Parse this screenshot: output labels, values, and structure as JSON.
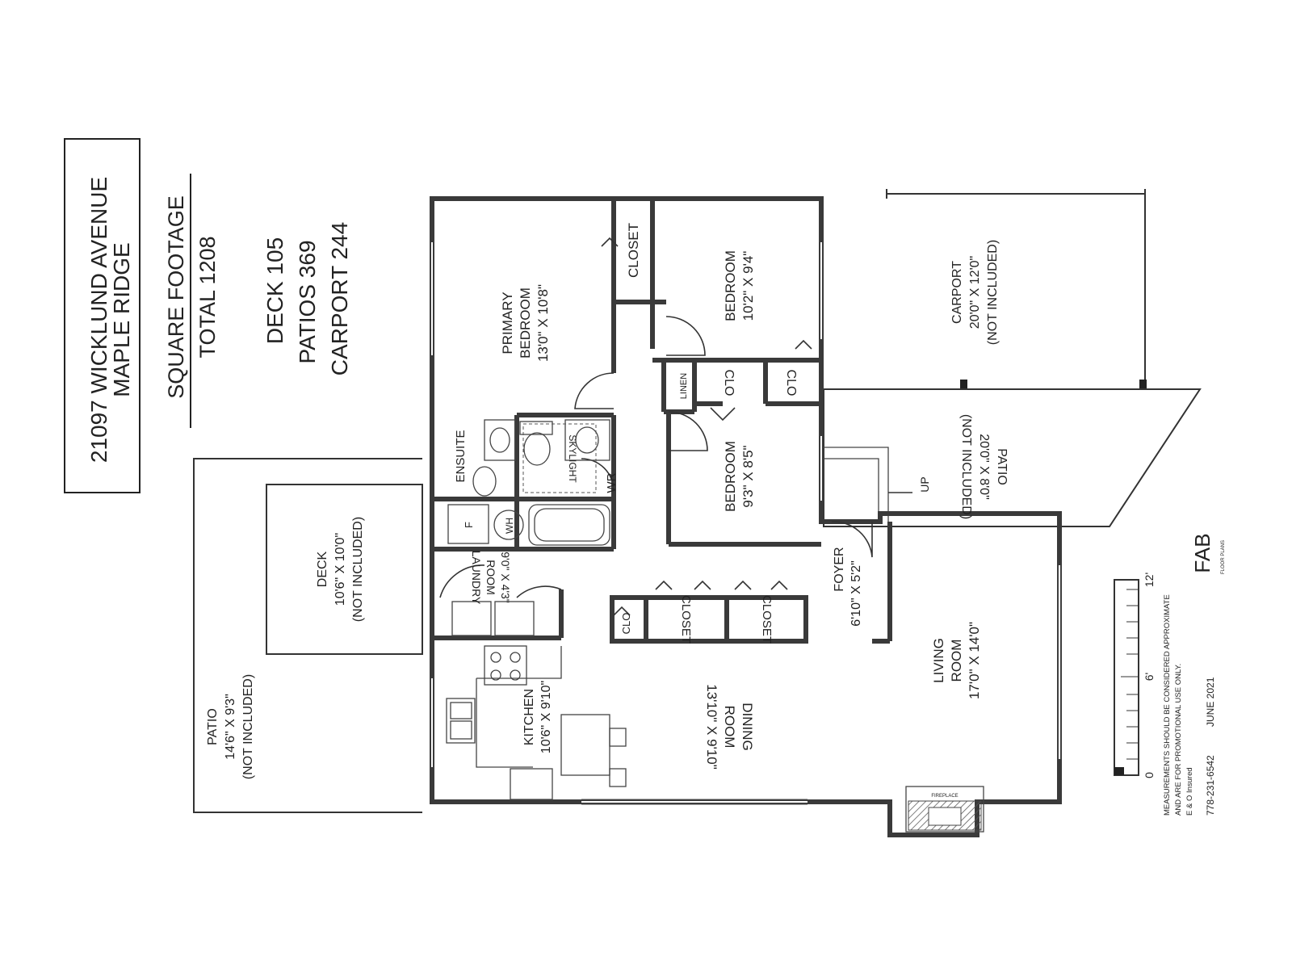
{
  "header": {
    "address_line1": "21097 WICKLUND AVENUE",
    "address_line2": "MAPLE RIDGE",
    "sqft_title": "SQUARE FOOTAGE",
    "total": "TOTAL 1208",
    "deck": "DECK 105",
    "patios": "PATIOS 369",
    "carport": "CARPORT 244"
  },
  "rooms": {
    "primary_bedroom": {
      "name1": "PRIMARY",
      "name2": "BEDROOM",
      "dims": "13'0\" X 10'8\""
    },
    "closet_primary": "CLOSET",
    "bedroom_upper": {
      "name": "BEDROOM",
      "dims": "10'2\" X 9'4\""
    },
    "bedroom_lower": {
      "name": "BEDROOM",
      "dims": "9'3\" X 8'5\""
    },
    "clo_a": "CLO",
    "clo_b": "CLO",
    "linen": "LINEN",
    "ensuite": "ENSUITE",
    "skylight": "SKYLIGHT",
    "wr": "WR",
    "laundry": {
      "name1": "LAUNDRY",
      "name2": "ROOM",
      "dims": "9'0\" X 4'3\""
    },
    "f": "F",
    "wh": "WH",
    "kitchen": {
      "name": "KITCHEN",
      "dims": "10'6\" X 9'10\""
    },
    "dining": {
      "name1": "DINING",
      "name2": "ROOM",
      "dims": "13'10\" X 9'10\""
    },
    "living": {
      "name1": "LIVING",
      "name2": "ROOM",
      "dims": "17'0\" X 14'0\""
    },
    "foyer": {
      "name": "FOYER",
      "dims": "6'10\" X 5'2\""
    },
    "closet_hall_1": "CLOSET",
    "closet_hall_2": "CLOSET",
    "clo_hall": "CLO",
    "up": "UP",
    "fireplace": "FIREPLACE"
  },
  "outdoor": {
    "carport": {
      "name": "CARPORT",
      "dims": "20'0\" X 12'0\"",
      "note": "(NOT INCLUDED)"
    },
    "patio_right": {
      "name": "PATIO",
      "dims": "20'0\" X 8'0\"",
      "note": "(NOT INCLUDED)"
    },
    "deck": {
      "name": "DECK",
      "dims": "10'6\" X 10'0\"",
      "note": "(NOT INCLUDED)"
    },
    "patio_left": {
      "name": "PATIO",
      "dims": "14'6\" X 9'3\"",
      "note": "(NOT INCLUDED)"
    }
  },
  "scale": {
    "tick_0": "0",
    "tick_6": "6'",
    "tick_12": "12'"
  },
  "footer": {
    "disclaimer1": "MEASUREMENTS SHOULD BE CONSIDERED APPROXIMATE",
    "disclaimer2": "AND ARE FOR PROMOTIONAL USE ONLY.",
    "insured": "E & O Insured",
    "phone": "778-231-6542",
    "date": "JUNE 2021",
    "logo": "FAB",
    "logo_sub": "FLOOR PLANS"
  }
}
